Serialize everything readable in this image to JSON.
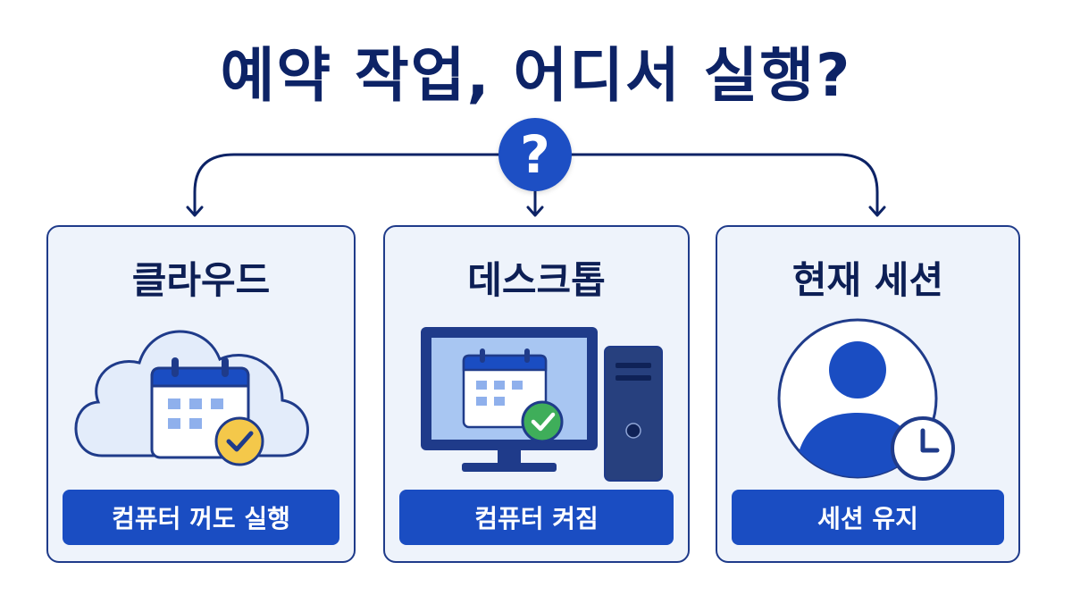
{
  "title": "예약 작업, 어디서 실행?",
  "center_badge": {
    "icon": "question-icon",
    "glyph": "?"
  },
  "colors": {
    "navy": "#0d2366",
    "primary": "#1a4dc2",
    "card_bg": "#eef3fb",
    "card_border": "#1f3b8a",
    "cloud_fill": "#e3ecfa",
    "screen_fill": "#a8c6f2",
    "check_yellow": "#f4c84a",
    "check_green": "#3fae5a"
  },
  "options": [
    {
      "title": "클라우드",
      "button": "컴퓨터 꺼도 실행",
      "illustration": "cloud-calendar-icon"
    },
    {
      "title": "데스크톱",
      "button": "컴퓨터 켜짐",
      "illustration": "desktop-computer-icon"
    },
    {
      "title": "현재 세션",
      "button": "세션 유지",
      "illustration": "user-session-clock-icon"
    }
  ]
}
